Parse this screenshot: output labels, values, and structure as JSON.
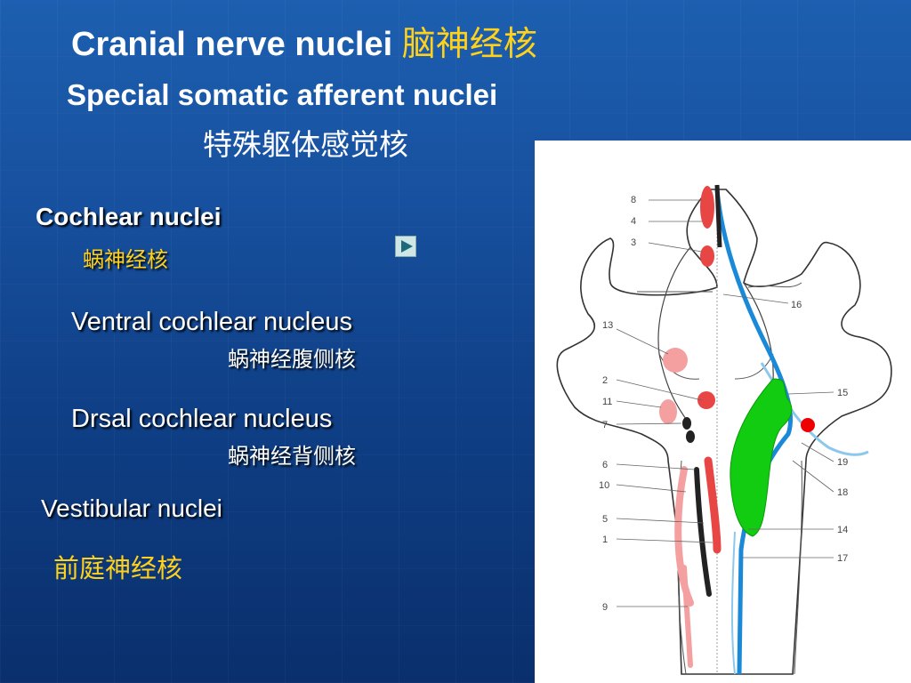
{
  "title": {
    "en": "Cranial nerve nuclei",
    "zh": "脑神经核"
  },
  "subtitle": {
    "en": "Special somatic afferent nuclei",
    "zh": "特殊躯体感觉核"
  },
  "cochlear": {
    "heading": "Cochlear nuclei",
    "zh": "蜗神经核"
  },
  "ventral": {
    "en": "Ventral cochlear nucleus",
    "zh": "蜗神经腹侧核"
  },
  "dorsal": {
    "en": "Drsal cochlear nucleus",
    "zh": "蜗神经背侧核"
  },
  "vestibular": {
    "en": "Vestibular nuclei",
    "zh": "前庭神经核"
  },
  "play_button": {
    "icon": "play-icon"
  },
  "diagram": {
    "labels_left": [
      "8",
      "4",
      "3",
      "13",
      "2",
      "11",
      "7",
      "6",
      "10",
      "5",
      "1",
      "9"
    ],
    "labels_right": [
      "16",
      "15",
      "19",
      "18",
      "14",
      "17"
    ]
  },
  "colors": {
    "title_accent": "#ffd11a",
    "highlight_green": "#11cc11",
    "dot_red": "#ee0000",
    "nucleus_red": "#e84545",
    "tract_blue": "#1a8ad8"
  }
}
